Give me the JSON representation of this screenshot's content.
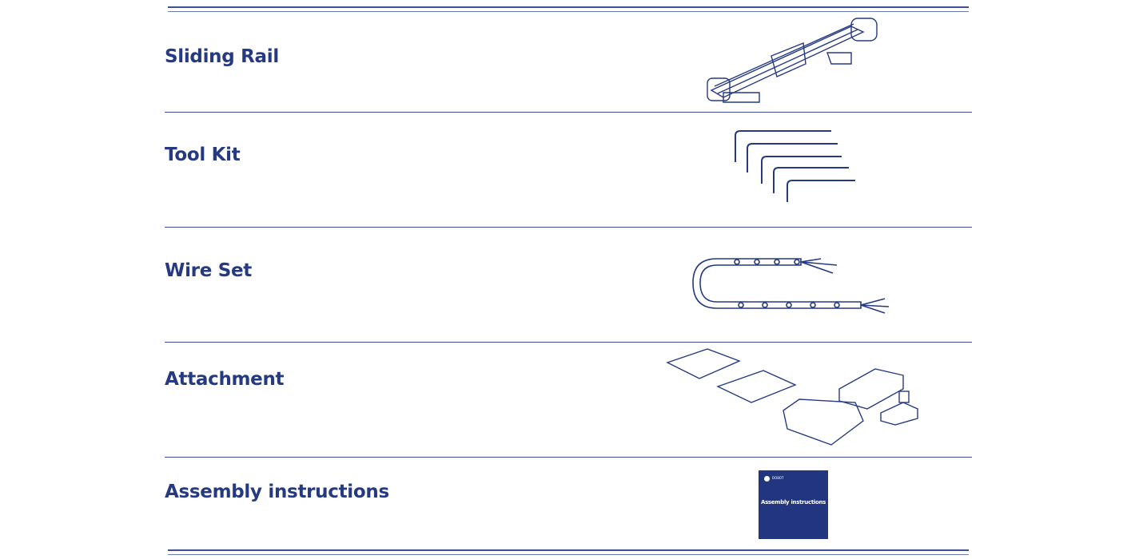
{
  "items": [
    {
      "label": "Sliding Rail",
      "icon": "sliding-rail-image"
    },
    {
      "label": "Tool Kit",
      "icon": "hex-key-set-image"
    },
    {
      "label": "Wire Set",
      "icon": "cable-chain-image"
    },
    {
      "label": "Attachment",
      "icon": "attachment-plates-image"
    },
    {
      "label": "Assembly instructions",
      "icon": "manual-booklet-image"
    }
  ],
  "booklet": {
    "brand": "DOBOT",
    "title": "Assembly instructions"
  },
  "colors": {
    "primary": "#263a82",
    "line": "#3b4d8c"
  }
}
